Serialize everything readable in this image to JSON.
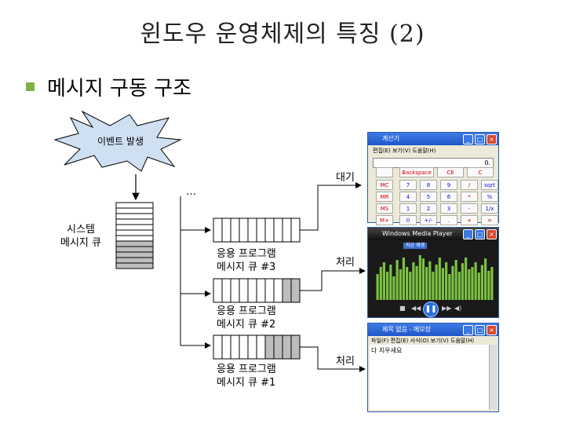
{
  "title": "윈도우 운영체제의 특징 (2)",
  "subtitle": "메시지 구동 구조",
  "diagram": {
    "event_label": "이벤트 발생",
    "ellipsis": "…",
    "system_queue_label": "시스템\n메시지 큐",
    "wait_label": "대기",
    "process_label_1": "처리",
    "process_label_2": "처리",
    "queue3_label": "응용 프로그램\n메시지 큐 #3",
    "queue2_label": "응용 프로그램\n메시지 큐 #2",
    "queue1_label": "응용 프로그램\n메시지 큐 #1"
  },
  "calculator": {
    "title": "계산기",
    "menu": "편집(E)   보기(V)   도움말(H)",
    "display": "0.",
    "buttons": [
      "Backspace",
      "CE",
      "C",
      "MC",
      "7",
      "8",
      "9",
      "/",
      "sqrt",
      "MR",
      "4",
      "5",
      "6",
      "*",
      "%",
      "MS",
      "1",
      "2",
      "3",
      "-",
      "1/x",
      "M+",
      "0",
      "+/-",
      ".",
      "+",
      "="
    ]
  },
  "media_player": {
    "title": "Windows Media Player",
    "tab": "지금 재생",
    "bar_levels": [
      0.55,
      0.7,
      0.8,
      0.6,
      0.75,
      0.5,
      0.85,
      0.65,
      0.9,
      0.7,
      0.6,
      0.8,
      0.72,
      0.95,
      0.88,
      0.7,
      0.82,
      0.6,
      0.75,
      0.9,
      0.68,
      0.8,
      0.55,
      0.72,
      0.85,
      0.6,
      0.78,
      0.9,
      0.65,
      0.7,
      0.8,
      0.58,
      0.74,
      0.88,
      0.62,
      0.7
    ]
  },
  "notepad": {
    "title": "제목 없음 - 메모장",
    "menu": "파일(F)  편집(E)  서식(O)  보기(V)  도움말(H)",
    "content": "다 지우세요"
  },
  "colors": {
    "bullet": "#7cb342",
    "event_fill": "#cfe0f2",
    "queue_shaded": "#bdbdbd",
    "media_bars": "#7cc242"
  }
}
